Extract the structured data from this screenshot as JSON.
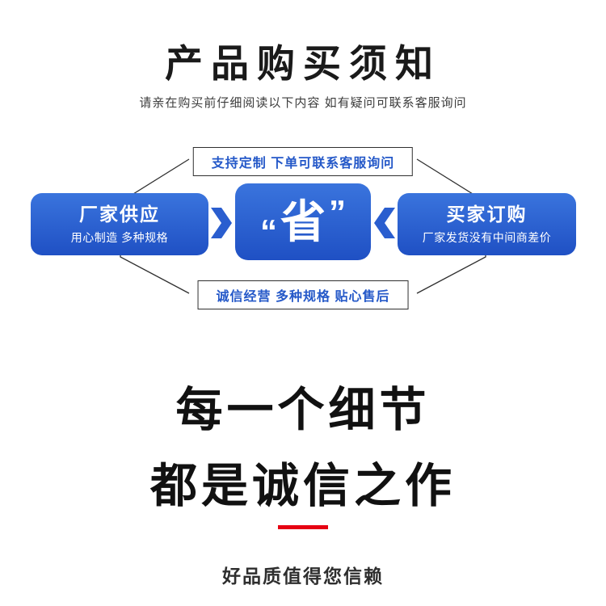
{
  "header": {
    "title": "产品购买须知",
    "subtitle": "请亲在购买前仔细阅读以下内容 如有疑问可联系客服询问"
  },
  "diagram": {
    "top_label": "支持定制 下单可联系客服询问",
    "bottom_label": "诚信经营 多种规格 贴心售后",
    "left_box": {
      "title": "厂家供应",
      "desc": "用心制造 多种规格"
    },
    "center_box": {
      "open_quote": "“",
      "text": "省",
      "close_quote": "”"
    },
    "right_box": {
      "title": "买家订购",
      "desc": "厂家发货没有中间商差价"
    }
  },
  "slogan": {
    "line1": "每一个细节",
    "line2": "都是诚信之作",
    "footnote": "好品质值得您信赖"
  },
  "colors": {
    "accent_blue": "#2458c8",
    "box_blue": "#2a5ecf",
    "accent_red": "#e60012"
  }
}
